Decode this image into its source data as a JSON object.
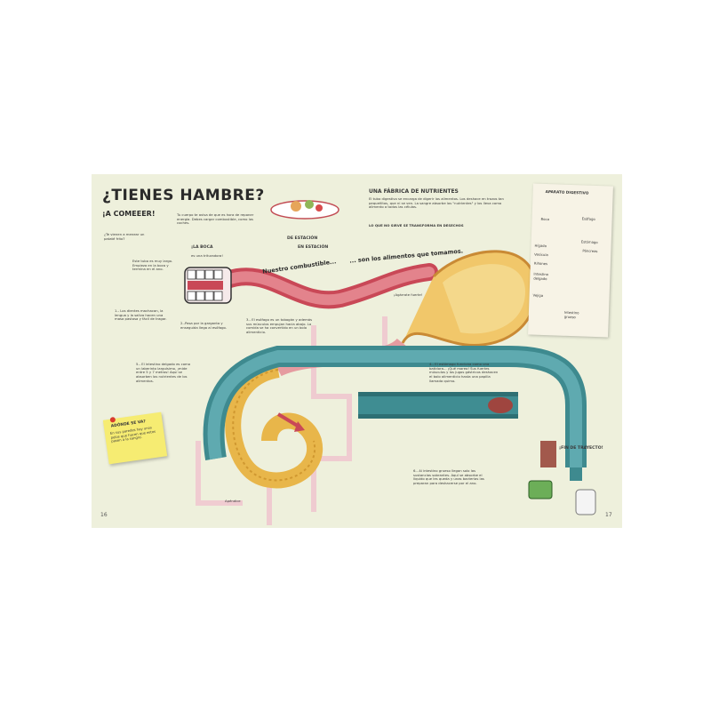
{
  "header": {
    "title": "¿TIENES HAMBRE?",
    "subtitle": "¡A COMEEER!"
  },
  "intro": {
    "question": "¿Te vienen a menear un pataté frito?",
    "energy": "Tu cuerpo te avisa de que es hora de reponer energía. Debes cargar combustible, como los coches.",
    "station1": "DE ESTACIÓN",
    "station2": "EN ESTACIÓN",
    "slogan_a": "Nuestro combustible...",
    "slogan_b": "... son los alimentos que tomamos."
  },
  "mouth": {
    "label": "¡LA BOCA",
    "sublabel": "es una trituradora!"
  },
  "tube_intro": "Este tubo es muy largo. Empieza en la boca y termina en el ano.",
  "steps": [
    {
      "id": "step-1",
      "text": "1.- Los dientes machacan, la lengua y la saliva hacen una masa pastosa y fácil de tragar."
    },
    {
      "id": "step-2",
      "text": "2.-Pasa por la garganta y enseguida llega al esófago."
    },
    {
      "id": "step-3",
      "text": "3.- El esófago es un tobogán y además sus músculos empujan hacia abajo. La comida se ha convertido en un bolo alimenticio."
    },
    {
      "id": "step-4",
      "text": "4.- El estómago funciona como una batidora... ¡Qué mareo! Sus fuertes músculos y los jugos gástricos deshacen el bolo alimenticio hasta una papilla llamada quimo."
    },
    {
      "id": "step-5",
      "text": "5.- El intestino delgado es como un laberinto larguísimo, ¡mide entre 5 y 7 metros! Aquí se absorben los nutrientes de los alimentos."
    },
    {
      "id": "step-6",
      "text": "6.- Al intestino grueso llegan solo las sustancias sobrantes. Aquí se absorbe el líquido que les queda y unas bacterias las preparan para deshacerse por el ano."
    }
  ],
  "factory": {
    "title": "UNA FÁBRICA DE NUTRIENTES",
    "body": "El tubo digestivo se encarga de digerir los alimentos. Los deshace en trozos tan pequeñitos, que ni se ven. La sangre absorbe los \"nutrientes\" y los lleva como alimento a todos las células.",
    "footer": "LO QUE NO SIRVE SE TRANSFORMA EN DESECHOS"
  },
  "sticky_note": {
    "title": "ADÓNDE SE VA?",
    "body": "En sus paredes hay unos pelos que hacen que estos pasen a la sangre."
  },
  "diagram": {
    "title": "APARATO DIGESTIVO",
    "labels": [
      "Boca",
      "Esófago",
      "Estómago",
      "Páncreas",
      "Hígado",
      "Vesícula",
      "Riñones",
      "Intestino delgado",
      "Intestino grueso",
      "Vejiga"
    ]
  },
  "misc": {
    "agarrate": "¡Agárrate fuerte!",
    "fin": "¡FIN DE TRAYECTO!",
    "apendice": "Apéndice"
  },
  "pages": {
    "left": "16",
    "right": "17"
  },
  "colors": {
    "background": "#eef0dc",
    "esophagus": "#d9747a",
    "stomach": "#f1c76a",
    "small_intestine": "#e8b64a",
    "large_intestine": "#3e8a8f",
    "sticky_note": "#f6ec72"
  }
}
